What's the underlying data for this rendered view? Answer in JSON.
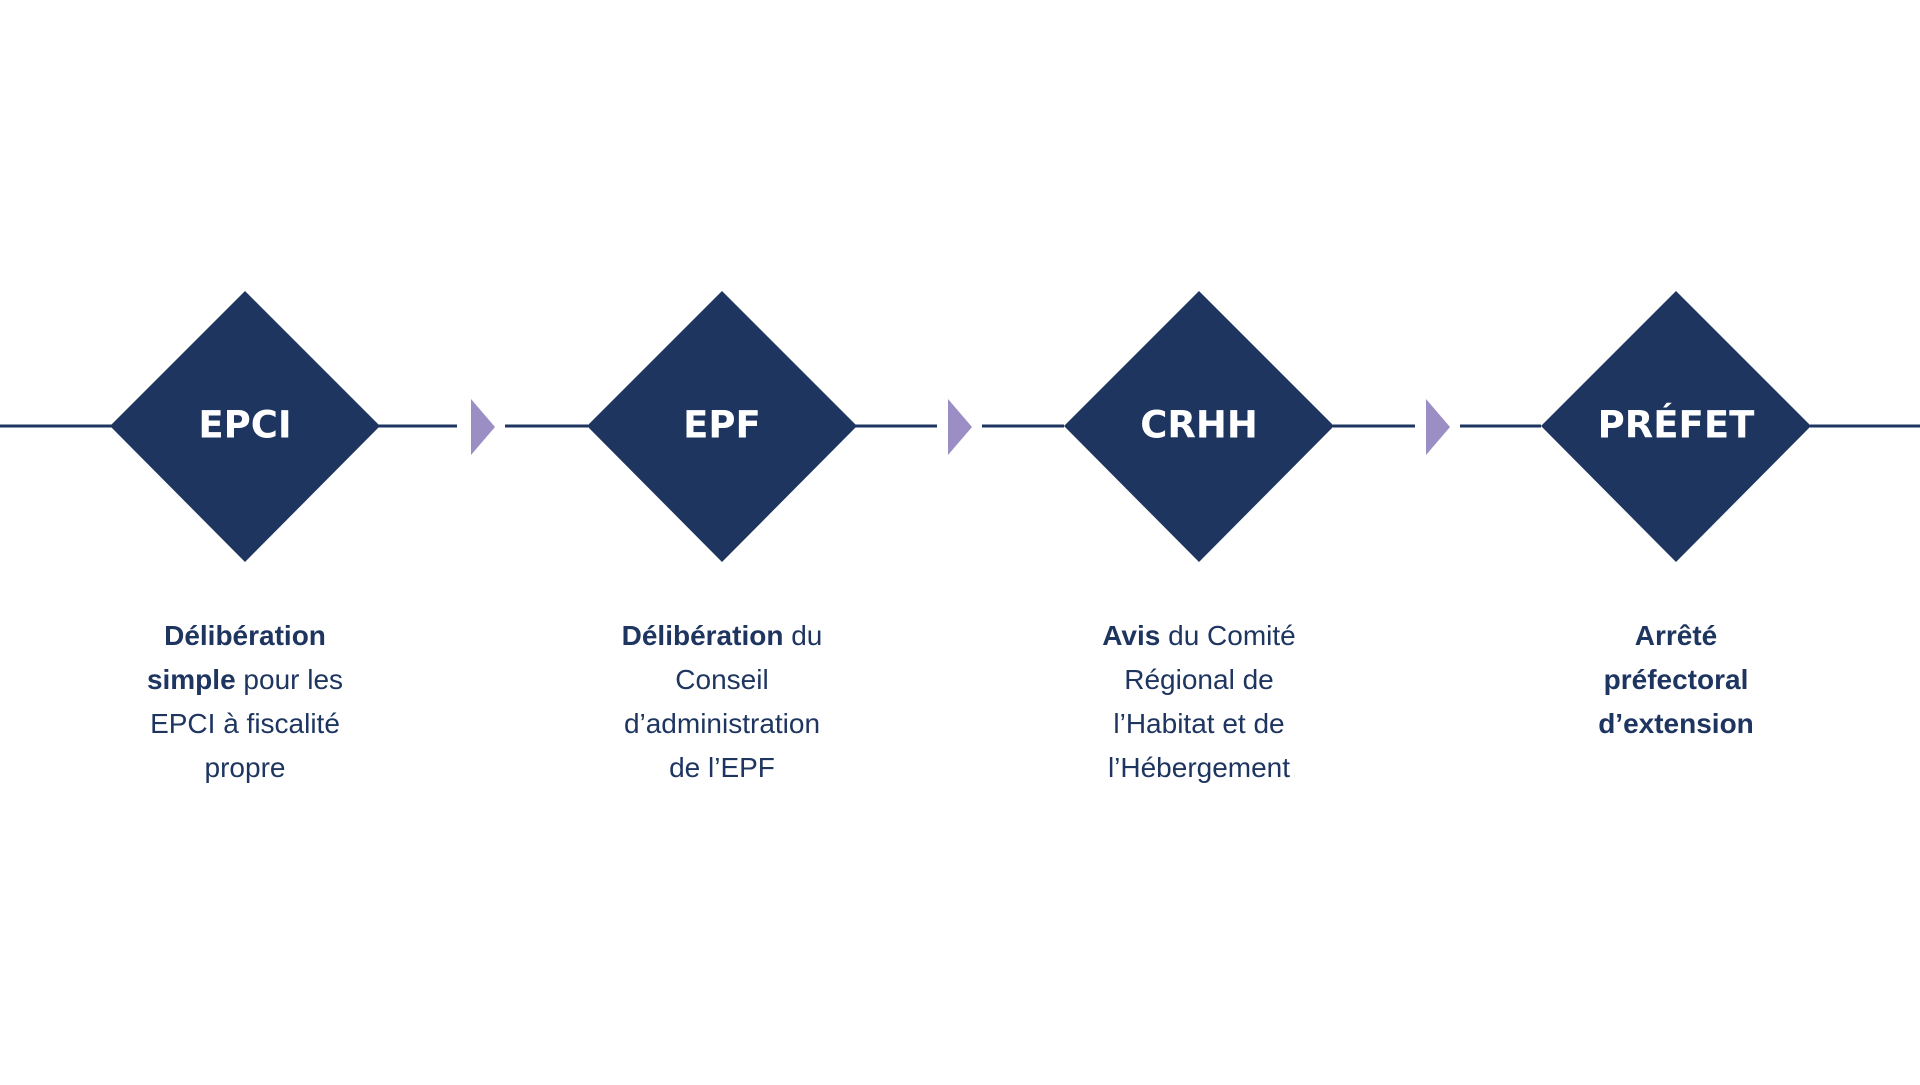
{
  "colors": {
    "diamond": "#1e3560",
    "line": "#1e3560",
    "arrow": "#9b8ec4",
    "text": "#1e3560",
    "background": "#ffffff"
  },
  "steps": [
    {
      "label": "EPCI",
      "caption": [
        {
          "text": "Délibération",
          "bold": true
        },
        {
          "text": "\n",
          "bold": false
        },
        {
          "text": "simple",
          "bold": true
        },
        {
          "text": " pour les\nEPCI à fiscalité\npropre",
          "bold": false
        }
      ]
    },
    {
      "label": "EPF",
      "caption": [
        {
          "text": "Délibération",
          "bold": true
        },
        {
          "text": " du\nConseil\nd’administration\nde l’EPF",
          "bold": false
        }
      ]
    },
    {
      "label": "CRHH",
      "caption": [
        {
          "text": "Avis",
          "bold": true
        },
        {
          "text": " du Comité\nRégional de\nl’Habitat et de\nl’Hébergement",
          "bold": false
        }
      ]
    },
    {
      "label": "PRÉFET",
      "caption": [
        {
          "text": "Arrêté\npréfectoral\nd’extension",
          "bold": true
        }
      ]
    }
  ]
}
